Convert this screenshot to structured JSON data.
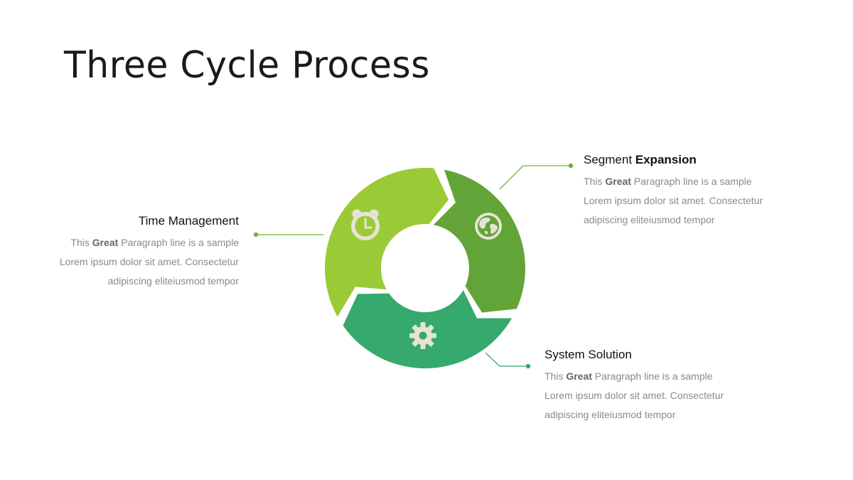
{
  "title": "Three Cycle Process",
  "colors": {
    "segment_light": "#9ACB36",
    "segment_mid": "#62A438",
    "segment_teal": "#36A96C",
    "icon": "#E6E3D6",
    "connector": "#6DB43E"
  },
  "segments": [
    {
      "heading": "Time Management",
      "heading_bold": "",
      "body_prefix": "This ",
      "body_bold": "Great",
      "body_rest": " Paragraph line is a sample",
      "body_line2": "Lorem ipsum dolor sit amet. Consectetur",
      "body_line3": "adipiscing eliteiusmod tempor",
      "icon": "alarm-clock-icon"
    },
    {
      "heading": "Segment ",
      "heading_bold": "Expansion",
      "body_prefix": "This ",
      "body_bold": "Great",
      "body_rest": " Paragraph line is a sample",
      "body_line2": "Lorem ipsum dolor sit amet. Consectetur",
      "body_line3": "adipiscing eliteiusmod tempor",
      "icon": "globe-icon"
    },
    {
      "heading": "System Solution",
      "heading_bold": "",
      "body_prefix": "This ",
      "body_bold": "Great",
      "body_rest": " Paragraph line is a sample",
      "body_line2": "Lorem ipsum dolor sit amet. Consectetur",
      "body_line3": "adipiscing eliteiusmod tempor",
      "icon": "gear-icon"
    }
  ]
}
